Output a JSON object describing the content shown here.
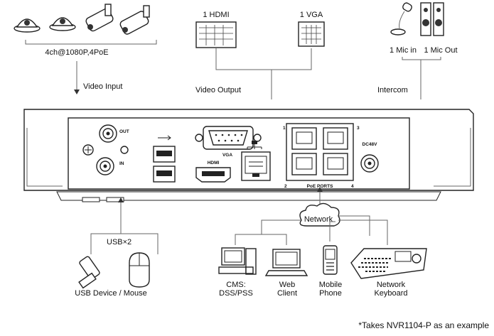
{
  "labels": {
    "cameras": "4ch@1080P,4PoE",
    "video_input": "Video Input",
    "hdmi": "1 HDMI",
    "vga": "1 VGA",
    "video_output": "Video Output",
    "mic_in": "1 Mic in",
    "mic_out": "1 Mic Out",
    "intercom": "Intercom",
    "usb": "USB×2",
    "usb_device": "USB Device / Mouse",
    "network": "Network",
    "cms_1": "CMS:",
    "cms_2": "DSS/PSS",
    "web_1": "Web",
    "web_2": "Client",
    "mobile_1": "Mobile",
    "mobile_2": "Phone",
    "keyboard_1": "Network",
    "keyboard_2": "Keyboard",
    "footnote": "*Takes NVR1104-P as an example"
  },
  "panel": {
    "out": "OUT",
    "in": "IN",
    "vga": "VGA",
    "hdmi": "HDMI",
    "poe_ports": "PoE PORTS",
    "port_1": "1",
    "port_2": "2",
    "port_3": "3",
    "port_4": "4",
    "dc": "DC48V"
  }
}
